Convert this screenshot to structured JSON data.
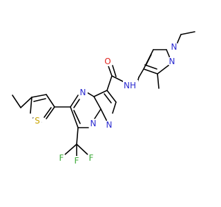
{
  "atoms": [
    {
      "id": "N1",
      "symbol": "N",
      "text": "N",
      "color": "#2a2ad0"
    },
    {
      "id": "N2",
      "symbol": "N",
      "text": "N",
      "color": "#2a2ad0"
    },
    {
      "id": "N3",
      "symbol": "N",
      "text": "N",
      "color": "#2a2ad0"
    },
    {
      "id": "NH",
      "symbol": "N",
      "text": "NH",
      "color": "#2a2ad0"
    },
    {
      "id": "O1",
      "symbol": "O",
      "text": "O",
      "color": "#e0221d"
    },
    {
      "id": "S1",
      "symbol": "S",
      "text": "S",
      "color": "#c9a400"
    },
    {
      "id": "F1",
      "symbol": "F",
      "text": "F",
      "color": "#3aa936"
    },
    {
      "id": "F2",
      "symbol": "F",
      "text": "F",
      "color": "#3aa936"
    },
    {
      "id": "F3",
      "symbol": "F",
      "text": "F",
      "color": "#3aa936"
    },
    {
      "id": "N4",
      "symbol": "N",
      "text": "N",
      "color": "#2a2ad0"
    },
    {
      "id": "N5",
      "symbol": "N",
      "text": "N",
      "color": "#2a2ad0"
    }
  ],
  "bond_color": "#000000"
}
